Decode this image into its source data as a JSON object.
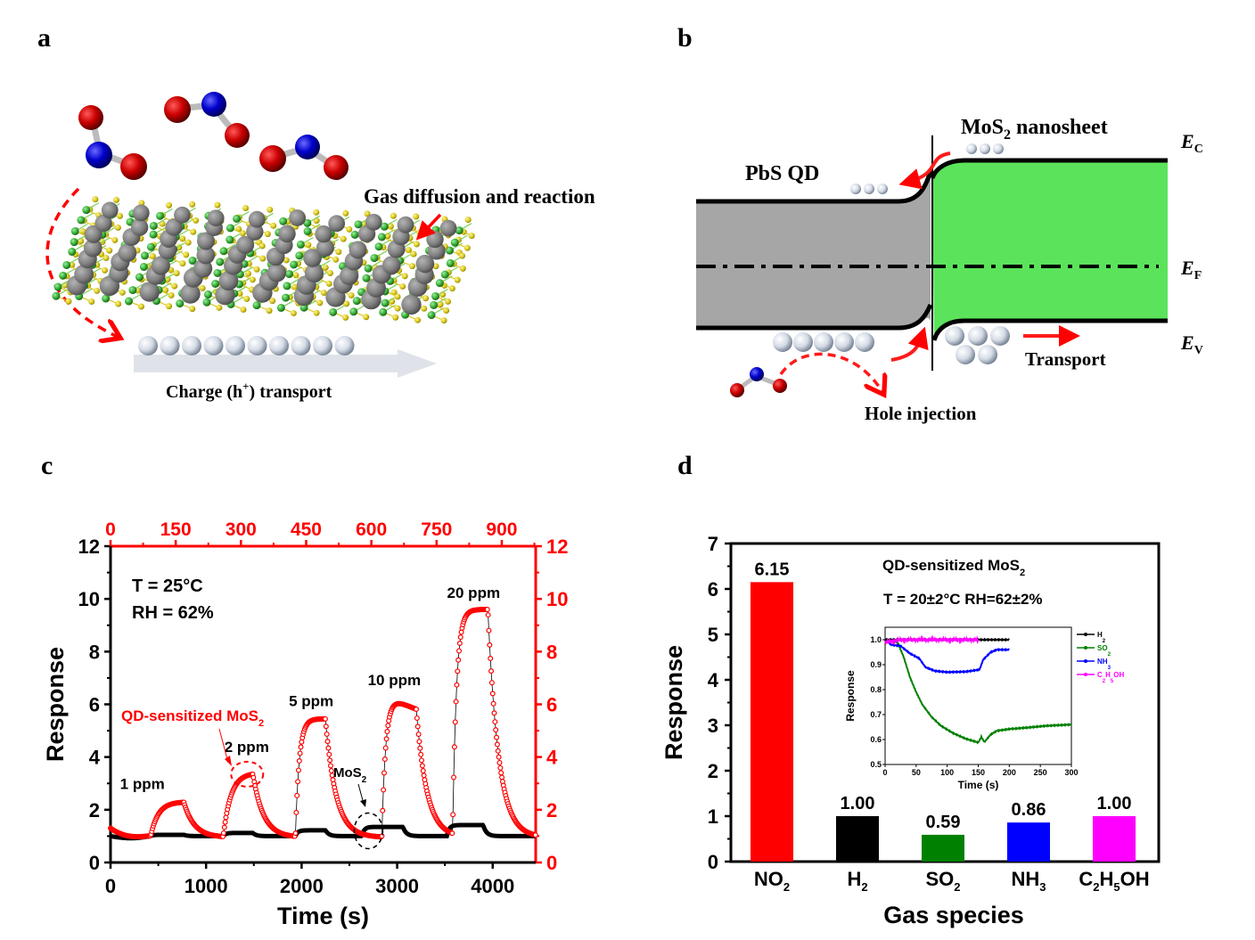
{
  "panels": {
    "a": {
      "label": "a",
      "gas_annotation": "Gas diffusion and reaction",
      "transport_label_pre": "Charge (h",
      "transport_label_sup": "+",
      "transport_label_post": ") transport"
    },
    "b": {
      "label": "b",
      "left_material": "PbS QD",
      "right_material_pre": "MoS",
      "right_material_sub": "2",
      "right_material_post": " nanosheet",
      "ec": "E",
      "ec_sub": "C",
      "ef": "E",
      "ef_sub": "F",
      "ev": "E",
      "ev_sub": "V",
      "transport": "Transport",
      "hole_injection": "Hole injection",
      "colors": {
        "pbs": "#a6a6a6",
        "mos2": "#5be35b",
        "arrow": "#ff1a1a"
      }
    },
    "c": {
      "label": "c"
    },
    "d": {
      "label": "d"
    }
  },
  "chart_data": [
    {
      "id": "c",
      "type": "line",
      "title": "",
      "xlabel": "Time (s)",
      "ylabel": "Response",
      "xlim": [
        0,
        4450
      ],
      "ylim": [
        0,
        12
      ],
      "xticks": [
        0,
        1000,
        2000,
        3000,
        4000
      ],
      "yticks": [
        0,
        2,
        4,
        6,
        8,
        10,
        12
      ],
      "x2lim": [
        0,
        978
      ],
      "x2ticks": [
        0,
        150,
        300,
        450,
        600,
        750,
        900
      ],
      "y2lim": [
        0,
        12
      ],
      "y2ticks": [
        0,
        2,
        4,
        6,
        8,
        10,
        12
      ],
      "secondary_color": "#ff0000",
      "conditions": [
        "T = 25°C",
        "RH = 62%"
      ],
      "annotations": [
        {
          "text": "1 ppm",
          "x": 650,
          "y": 2.65
        },
        {
          "text": "2 ppm",
          "x": 1500,
          "y": 4.05
        },
        {
          "text": "5 ppm",
          "x": 2100,
          "y": 5.8
        },
        {
          "text": "10 ppm",
          "x": 2970,
          "y": 6.6
        },
        {
          "text": "20 ppm",
          "x": 3800,
          "y": 9.9
        }
      ],
      "series_labels": {
        "qd_pre": "QD-sensitized MoS",
        "qd_sub": "2",
        "mos2_pre": "MoS",
        "mos2_sub": "2"
      },
      "series": [
        {
          "name": "QD-sensitized MoS2",
          "color": "#ff0000",
          "axis": "top-right",
          "pulses": [
            {
              "start": 420,
              "end": 770,
              "peak": 2.3
            },
            {
              "start": 1180,
              "end": 1490,
              "peak": 3.4
            },
            {
              "start": 1935,
              "end": 2250,
              "peak": 5.45
            },
            {
              "start": 2840,
              "end": 3200,
              "peak": 6.35
            },
            {
              "start": 3580,
              "end": 3950,
              "peak": 9.6
            }
          ],
          "baseline": 1.0,
          "start_value": 1.3
        },
        {
          "name": "MoS2",
          "color": "#000000",
          "axis": "bottom-left",
          "pulses": [
            {
              "start": 420,
              "end": 770,
              "peak": 1.05
            },
            {
              "start": 1180,
              "end": 1490,
              "peak": 1.12
            },
            {
              "start": 1935,
              "end": 2250,
              "peak": 1.22
            },
            {
              "start": 2630,
              "end": 3060,
              "peak": 1.35
            },
            {
              "start": 3520,
              "end": 3900,
              "peak": 1.42
            }
          ],
          "baseline": 1.0,
          "start_value": 1.0
        }
      ]
    },
    {
      "id": "d",
      "type": "bar",
      "xlabel": "Gas species",
      "ylabel": "Response",
      "ylim": [
        0,
        7
      ],
      "yticks": [
        0,
        1,
        2,
        3,
        4,
        5,
        6,
        7
      ],
      "title_pre": "QD-sensitized MoS",
      "title_sub": "2",
      "conditions": "T = 20±2°C   RH=62±2%",
      "categories": [
        {
          "base": "NO",
          "sub": "2",
          "tail": "",
          "sub2": "",
          "tail2": ""
        },
        {
          "base": "H",
          "sub": "2",
          "tail": "",
          "sub2": "",
          "tail2": ""
        },
        {
          "base": "SO",
          "sub": "2",
          "tail": "",
          "sub2": "",
          "tail2": ""
        },
        {
          "base": "NH",
          "sub": "3",
          "tail": "",
          "sub2": "",
          "tail2": ""
        },
        {
          "base": "C",
          "sub": "2",
          "tail": "H",
          "sub2": "5",
          "tail2": "OH"
        }
      ],
      "values": [
        6.15,
        1.0,
        0.59,
        0.86,
        1.0
      ],
      "value_labels": [
        "6.15",
        "1.00",
        "0.59",
        "0.86",
        "1.00"
      ],
      "colors": [
        "#ff0000",
        "#000000",
        "#008000",
        "#0000ff",
        "#ff00ff"
      ],
      "inset": {
        "type": "line",
        "xlabel": "Time (s)",
        "ylabel": "Response",
        "xlim": [
          0,
          300
        ],
        "ylim": [
          0.5,
          1.05
        ],
        "xticks": [
          0,
          50,
          100,
          150,
          200,
          250,
          300
        ],
        "yticks": [
          0.5,
          0.6,
          0.7,
          0.8,
          0.9,
          1.0
        ],
        "ytick_labels": [
          "0.5",
          "0.6",
          "0.7",
          "0.8",
          "0.9",
          "1.0"
        ],
        "series": [
          {
            "name": "H2",
            "legend_pre": "H",
            "legend_sub": "2",
            "legend_post": "",
            "color": "#000000",
            "points": [
              [
                0,
                1.0
              ],
              [
                50,
                1.0
              ],
              [
                100,
                1.0
              ],
              [
                150,
                1.0
              ],
              [
                200,
                1.0
              ]
            ]
          },
          {
            "name": "SO2",
            "legend_pre": "SO",
            "legend_sub": "2",
            "legend_post": "",
            "color": "#008000",
            "points": [
              [
                0,
                1.0
              ],
              [
                20,
                0.99
              ],
              [
                30,
                0.93
              ],
              [
                40,
                0.85
              ],
              [
                50,
                0.79
              ],
              [
                60,
                0.74
              ],
              [
                75,
                0.69
              ],
              [
                90,
                0.655
              ],
              [
                110,
                0.625
              ],
              [
                130,
                0.603
              ],
              [
                150,
                0.588
              ],
              [
                155,
                0.61
              ],
              [
                160,
                0.59
              ],
              [
                170,
                0.62
              ],
              [
                180,
                0.635
              ],
              [
                200,
                0.642
              ],
              [
                230,
                0.648
              ],
              [
                260,
                0.655
              ],
              [
                300,
                0.66
              ]
            ]
          },
          {
            "name": "NH3",
            "legend_pre": "NH",
            "legend_sub": "3",
            "legend_post": "",
            "color": "#0000ff",
            "points": [
              [
                0,
                1.0
              ],
              [
                10,
                0.98
              ],
              [
                25,
                0.975
              ],
              [
                40,
                0.945
              ],
              [
                55,
                0.925
              ],
              [
                65,
                0.89
              ],
              [
                80,
                0.875
              ],
              [
                100,
                0.87
              ],
              [
                130,
                0.872
              ],
              [
                152,
                0.88
              ],
              [
                158,
                0.92
              ],
              [
                170,
                0.95
              ],
              [
                180,
                0.96
              ],
              [
                200,
                0.96
              ]
            ]
          },
          {
            "name": "C2H5OH",
            "legend_pre": "C",
            "legend_sub": "2",
            "legend_post": "H5OH",
            "color": "#ff00ff",
            "points": [
              [
                0,
                0.99
              ],
              [
                25,
                1.0
              ],
              [
                50,
                1.0
              ],
              [
                75,
                1.0
              ],
              [
                100,
                1.0
              ],
              [
                125,
                1.0
              ],
              [
                150,
                1.0
              ]
            ]
          }
        ]
      }
    }
  ]
}
